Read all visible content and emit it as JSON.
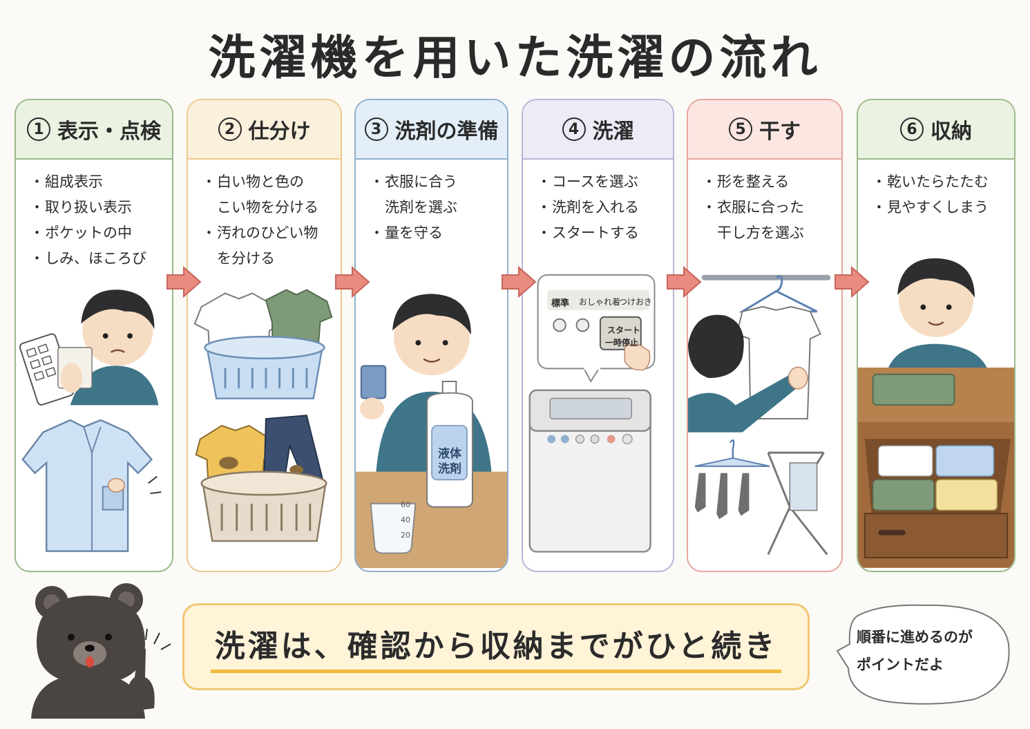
{
  "title": "洗濯機を用いた洗濯の流れ",
  "steps": [
    {
      "num": "1",
      "label": "表示・点検",
      "bullets": [
        "組成表示",
        "取り扱い表示",
        "ポケットの中",
        "しみ、ほころび"
      ]
    },
    {
      "num": "2",
      "label": "仕分け",
      "bullets": [
        "白い物と色の\nこい物を分ける",
        "汚れのひどい物\nを分ける"
      ]
    },
    {
      "num": "3",
      "label": "洗剤の準備",
      "bullets": [
        "衣服に合う\n洗剤を選ぶ",
        "量を守る"
      ]
    },
    {
      "num": "4",
      "label": "洗濯",
      "bullets": [
        "コースを選ぶ",
        "洗剤を入れる",
        "スタートする"
      ]
    },
    {
      "num": "5",
      "label": "干す",
      "bullets": [
        "形を整える",
        "衣服に合った\n干し方を選ぶ"
      ]
    },
    {
      "num": "6",
      "label": "収納",
      "bullets": [
        "乾いたらたたむ",
        "見やすくしまう"
      ]
    }
  ],
  "detergent_label": "液体\n洗剤",
  "cup_marks": [
    "60",
    "40",
    "20"
  ],
  "panel_buttons": {
    "standard": "標準",
    "fashion": "おしゃれ着",
    "soak": "つけおき",
    "start": "スタート",
    "pause": "一時停止"
  },
  "bottom_message": "洗濯は、確認から収納までがひと続き",
  "bear_speech": "順番に進めるのが\nポイントだよ",
  "colors": {
    "step1": "#9bb88a",
    "step2": "#ecc98e",
    "step3": "#8fb0cf",
    "step4": "#b9b5d6",
    "step5": "#e5a6a0",
    "step6": "#9bb88a",
    "arrow": "#e98b7e",
    "accent": "#f2b93b"
  }
}
